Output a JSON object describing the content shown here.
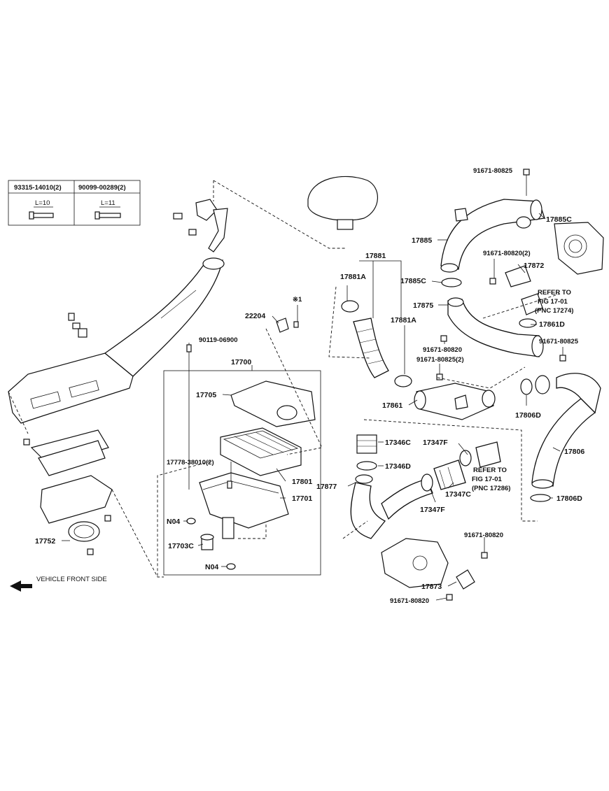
{
  "bolt_table": {
    "col1_part": "93315-14010(2)",
    "col1_len": "L=10",
    "col2_part": "90099-00289(2)",
    "col2_len": "L=11"
  },
  "labels": {
    "p91671_80825_top": "91671-80825",
    "p17885": "17885",
    "p17885c_right": "17885C",
    "p91671_80820_2": "91671-80820(2)",
    "p17872": "17872",
    "p17885c_left": "17885C",
    "p17881": "17881",
    "p17881a_left": "17881A",
    "p17881a_right": "17881A",
    "p17875": "17875",
    "refer1_line1": "REFER TO",
    "refer1_line2": "FIG 17-01",
    "refer1_line3": "(PNC 17274)",
    "p17861d": "17861D",
    "p91671_80825_right": "91671-80825",
    "note_x1": "※1",
    "p22204": "22204",
    "p90119_06900": "90119-06900",
    "p91671_80820_mid": "91671-80820",
    "p91671_80825_2": "91671-80825(2)",
    "p17700": "17700",
    "p17705": "17705",
    "p17861": "17861",
    "p17806d_upper": "17806D",
    "p17346c": "17346C",
    "p17347f_top": "17347F",
    "p17806": "17806",
    "p17778_38010": "17778-38010(2)",
    "p17346d": "17346D",
    "refer2_line1": "REFER TO",
    "refer2_line2": "FIG 17-01",
    "refer2_line3": "(PNC 17286)",
    "p17801": "17801",
    "p17877": "17877",
    "p17347c": "17347C",
    "p17806d_lower": "17806D",
    "p17701": "17701",
    "p17347f_bottom": "17347F",
    "pN04_upper": "N04",
    "p17752": "17752",
    "p17703c": "17703C",
    "p91671_80820_lower": "91671-80820",
    "pN04_lower": "N04",
    "vehicle_front": "VEHICLE FRONT SIDE",
    "p17873": "17873",
    "p91671_80820_bottom": "91671-80820"
  }
}
